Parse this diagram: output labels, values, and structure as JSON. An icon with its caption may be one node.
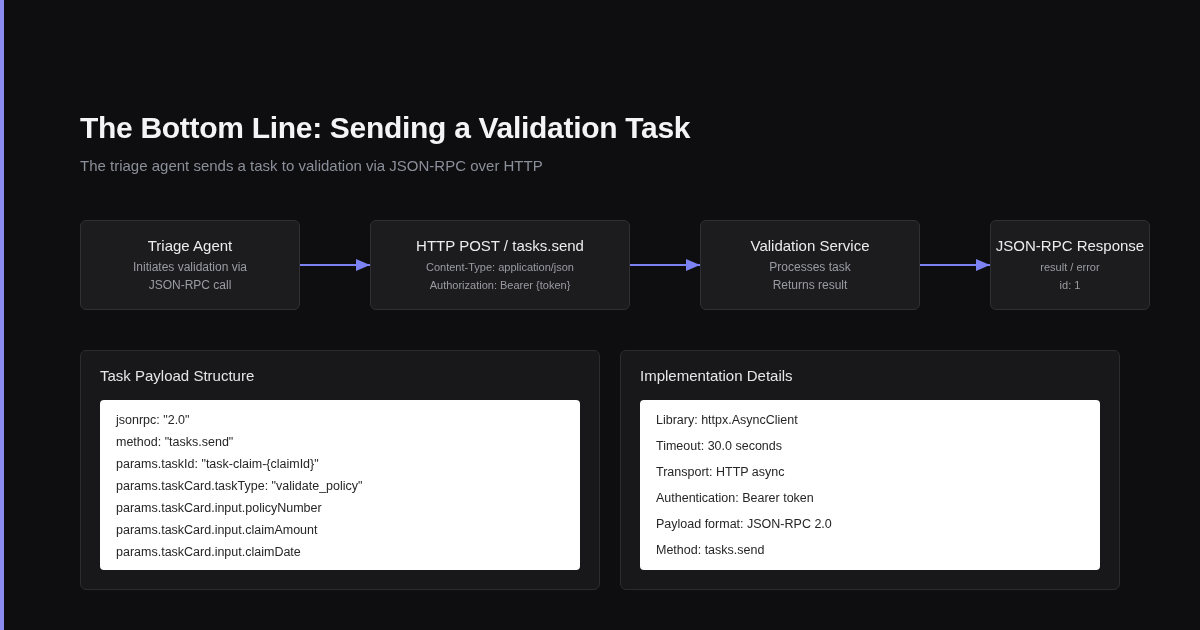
{
  "diagram": {
    "title": "The Bottom Line: Sending a Validation Task",
    "nodes": [
      {
        "text": [
          "Triage Agent",
          "Initiates validation via JSON-RPC call"
        ]
      },
      {
        "text": [
          "HTTP POST / tasks.send",
          "Content-Type: application/json",
          "Authorization: Bearer {token}"
        ]
      },
      {
        "text": [
          "Validation Service",
          "Processes task",
          "Returns result"
        ]
      },
      {
        "text": [
          "JSON-RPC Response",
          "result / error",
          "id: 1"
        ]
      },
      {
        "text": [
          "Task Payload Structure"
        ]
      },
      {
        "text": [
          "jsonrpc: \"2.0\"",
          "method: \"tasks.send\"",
          "params.taskId: \"task-claim-{claimId}\"",
          "params.taskCard.taskType: \"validate_policy\"",
          "params.taskCard.input.policyNumber",
          "params.taskCard.input.claimAmount",
          "params.taskCard.input.claimDate"
        ],
        "in": 4
      },
      {
        "text": [
          "Implementation Details"
        ]
      },
      {
        "text": [
          "Library: httpx.AsyncClient",
          "Timeout: 30.0 seconds",
          "Transport: HTTP async",
          "Authentication: Bearer token",
          "Payload format: JSON-RPC 2.0",
          "Method: tasks.send"
        ],
        "in": 6
      }
    ],
    "edges": [
      {
        "from": 0,
        "to": 1,
        "arrow": "to"
      },
      {
        "from": 1,
        "to": 2,
        "arrow": "to"
      },
      {
        "from": 2,
        "to": 3,
        "arrow": "to"
      }
    ],
    "labels": [
      "The triage agent sends a task to validation via JSON-RPC over HTTP"
    ]
  }
}
